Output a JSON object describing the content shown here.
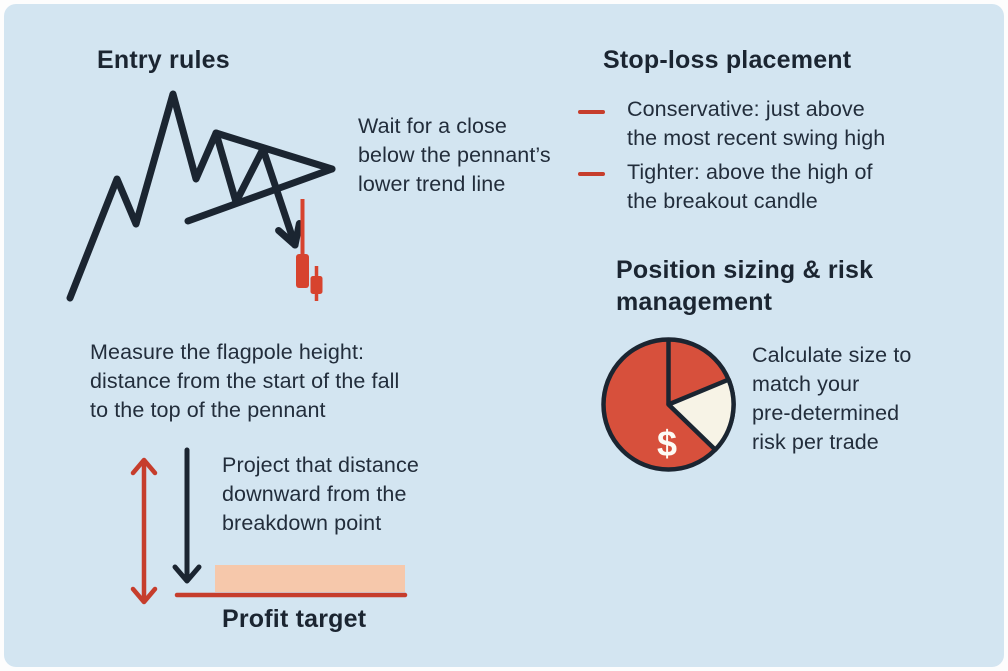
{
  "colors": {
    "background": "#d3e5f1",
    "frame": "#fdfdfd",
    "ink": "#1b2531",
    "body_text": "#222d3b",
    "red_accent": "#c63d2c",
    "candle_red": "#d7432e",
    "pie_red": "#d7503c",
    "cream": "#f7f3e6",
    "peach": "#f6c8ab"
  },
  "entry": {
    "title": "Entry rules",
    "note": "Wait for a close\nbelow the pennant’s\nlower trend line"
  },
  "stop_loss": {
    "title": "Stop-loss placement",
    "items": [
      "Conservative: just above\nthe most recent swing high",
      "Tighter: above the high of\nthe breakout candle"
    ]
  },
  "position": {
    "title": "Position sizing & risk\nmanagement",
    "note": "Calculate size to\nmatch your\npre-determined\nrisk per trade",
    "pie": {
      "type": "pie",
      "symbol": "$",
      "risk_slice_fraction": 0.18,
      "capital_fraction": 0.82
    }
  },
  "target": {
    "measure_note": "Measure the flagpole height:\ndistance from the start of the fall\nto the top of the pennant",
    "project_note": "Project that distance\ndownward from the\nbreakdown point",
    "label": "Profit target"
  }
}
